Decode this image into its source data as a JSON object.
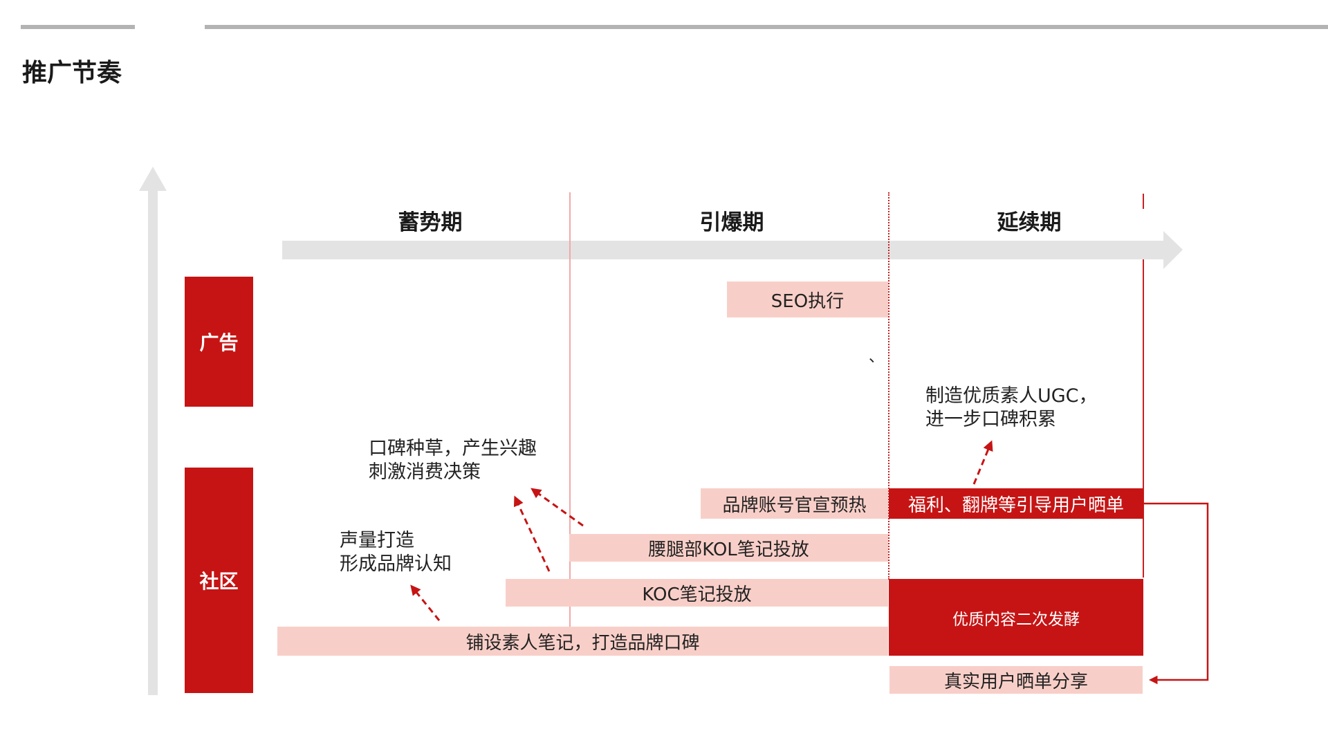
{
  "title": "推广节奏",
  "phases": [
    "蓄势期",
    "引爆期",
    "延续期"
  ],
  "categories": [
    "广告",
    "社区"
  ],
  "bars": {
    "seo": "SEO执行",
    "brand_account": "品牌账号官宣预热",
    "welfare": "福利、翻牌等引导用户晒单",
    "waist_kol": "腰腿部KOL笔记投放",
    "koc": "KOC笔记投放",
    "quality": "优质内容二次发酵",
    "laying": "铺设素人笔记，打造品牌口碑",
    "real_share": "真实用户晒单分享"
  },
  "annotations": {
    "ugc": "制造优质素人UGC，\n进一步口碑积累",
    "word_of_mouth": "口碑种草，产生兴趣\n刺激消费决策",
    "voice": "声量打造\n形成品牌认知",
    "stray_mark": "、"
  },
  "colors": {
    "brand_red": "#c61414",
    "pink": "#f8cfc8",
    "arrow_gray": "#e3e3e3",
    "rule_gray": "#b3b3b3"
  }
}
